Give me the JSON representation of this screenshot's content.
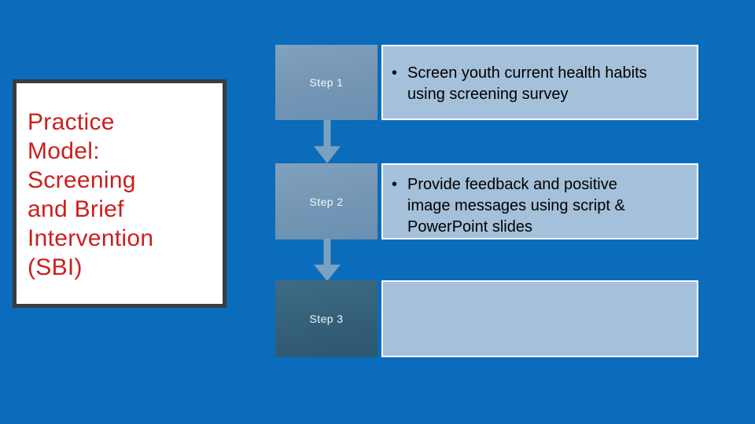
{
  "slide": {
    "background_color": "#0a6cba"
  },
  "title_panel": {
    "full_title": "Practice Model: Screening and Brief Intervention (SBI)",
    "lines": [
      "Practice",
      "Model:",
      "Screening",
      "and Brief",
      "Intervention",
      "(SBI)"
    ],
    "text_color": "#cc1e1e",
    "background_color": "#ffffff",
    "border_color": "#3c3c3c"
  },
  "process": {
    "arrow_color": "#7ca0c0",
    "content_fill_color": "#a5c0da",
    "content_border_color": "#ffffff",
    "label_fill_light": "#7496b4",
    "label_fill_dark": "#346079",
    "steps": [
      {
        "label": "Step 1",
        "bullet": "•",
        "lines": [
          "Screen youth current health habits",
          "using screening survey"
        ]
      },
      {
        "label": "Step 2",
        "bullet": "•",
        "lines": [
          "Provide feedback and positive",
          "image messages using script &",
          "PowerPoint slides"
        ]
      },
      {
        "label": "Step 3",
        "bullet": "",
        "lines": []
      }
    ]
  }
}
